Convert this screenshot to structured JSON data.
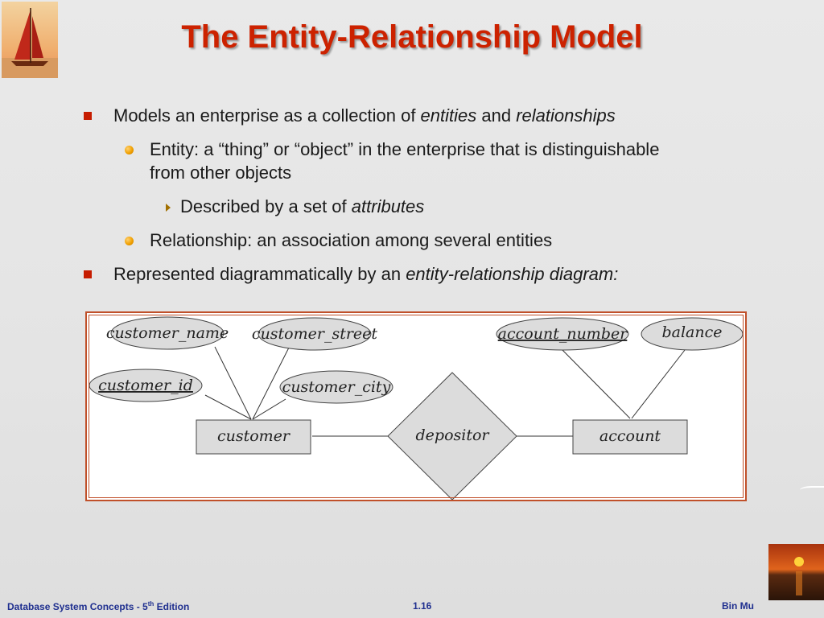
{
  "slide": {
    "title": "The Entity-Relationship Model",
    "bullets": {
      "b1": {
        "text_prefix": "Models an enterprise as a collection of ",
        "em1": "entities",
        "mid": " and ",
        "em2": "relationships"
      },
      "b1a": {
        "line1": "Entity: a “thing” or “object” in the enterprise that is distinguishable",
        "line2": "from other objects"
      },
      "b1a_i": {
        "text_prefix": "Described by a set of ",
        "em": "attributes"
      },
      "b1b": {
        "text": "Relationship: an association among several entities"
      },
      "b2": {
        "text_prefix": "Represented diagrammatically by an ",
        "em": "entity-relationship diagram:"
      }
    }
  },
  "diagram": {
    "attributes": {
      "customer_name": "customer_name",
      "customer_street": "customer_street",
      "customer_id": "customer_id",
      "customer_city": "customer_city",
      "account_number": "account_number",
      "balance": "balance"
    },
    "entities": {
      "customer": "customer",
      "account": "account"
    },
    "relationship": "depositor"
  },
  "footer": {
    "left_prefix": "Database System Concepts - 5",
    "left_sup": "th",
    "left_suffix": " Edition",
    "center": "1.16",
    "right": "Bin Mu"
  },
  "colors": {
    "title": "#cc2200",
    "footer": "#1f2f8f",
    "frame": "#c0502a",
    "shape_fill": "#dcdcdc"
  }
}
